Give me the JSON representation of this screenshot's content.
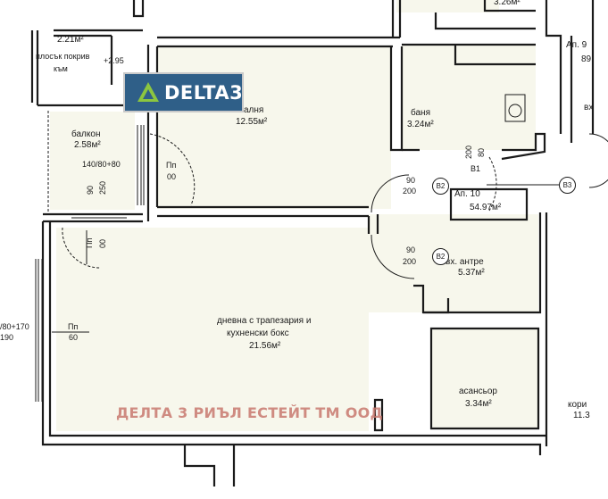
{
  "colors": {
    "floor": "#f7f7ec",
    "wall": "#1a1a1a",
    "logo_bg": "#2f5f88",
    "logo_mark": "#8cc63f",
    "watermark": "#c8786e"
  },
  "rooms": {
    "roof_terrace": {
      "area": "2.21м²",
      "name_line1": "плосък покрив",
      "name_line2": "към",
      "level": "+2.95"
    },
    "balcony": {
      "name": "балкон",
      "area": "2.58м²"
    },
    "bedroom": {
      "name": "алня",
      "area": "12.55м²"
    },
    "bathroom": {
      "name": "баня",
      "area": "3.24м²"
    },
    "apartment": {
      "name": "Ап. 10",
      "area": "54.97м²"
    },
    "entrance_hall": {
      "name": "вх. антре",
      "area": "5.37м²"
    },
    "living": {
      "name_line1": "дневна с трапезария и",
      "name_line2": "кухненски бокс",
      "area": "21.56м²"
    },
    "elevator": {
      "name": "асансьор",
      "area": "3.34м²"
    },
    "top_room": {
      "area": "3.26м²"
    },
    "neighbor_apartment": {
      "name": "Ап. 9",
      "area": "89."
    },
    "neighbor_entry": {
      "name": "вх"
    },
    "corridor": {
      "name": "кори",
      "area": "11.3"
    }
  },
  "openings": {
    "balcony_door": {
      "size": "140/80+80",
      "label": "Пп",
      "value": "00",
      "v1": "250",
      "v2": "90"
    },
    "balcony_lower": {
      "label": "Пп",
      "value": "00"
    },
    "bedroom_door": {
      "top": "90",
      "bottom": "200",
      "tag": "B2"
    },
    "hall_door": {
      "top": "90",
      "bottom": "200",
      "tag": "B2"
    },
    "bath_door": {
      "v1": "80",
      "v2": "200",
      "tag": "B1"
    },
    "entry_door": {
      "tag": "B3"
    },
    "living_window": {
      "size": "/80+170",
      "height": "190",
      "label": "Пп",
      "value": "60"
    }
  },
  "logo": {
    "text": "DELTA3"
  },
  "watermark": {
    "text": "ДЕЛТА 3 РИЪЛ ЕСТЕЙТ ТМ ООД"
  }
}
